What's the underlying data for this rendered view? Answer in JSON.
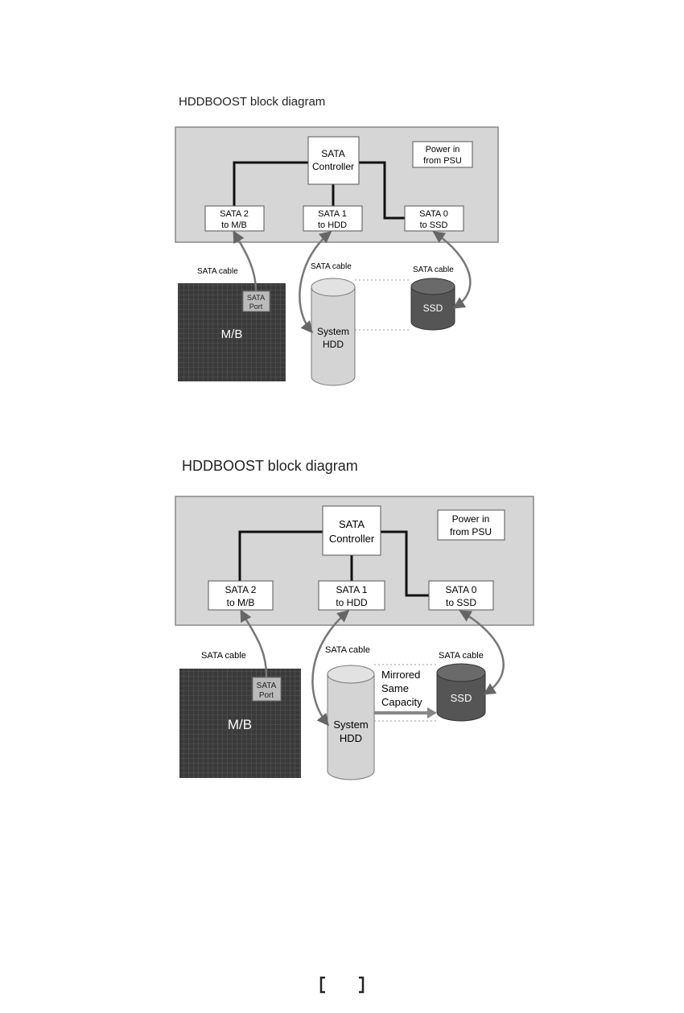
{
  "diagrams": [
    {
      "title": "HDDBOOST block diagram",
      "controller": [
        "SATA",
        "Controller"
      ],
      "power": [
        "Power in",
        "from PSU"
      ],
      "port_mb": [
        "SATA 2",
        "to M/B"
      ],
      "port_hdd": [
        "SATA 1",
        "to HDD"
      ],
      "port_ssd": [
        "SATA 0",
        "to SSD"
      ],
      "cable_mb": "SATA cable",
      "cable_hdd": "SATA cable",
      "cable_ssd": "SATA cable",
      "mb_port": [
        "SATA",
        "Port"
      ],
      "mb_label": "M/B",
      "hdd_label": [
        "System",
        "HDD"
      ],
      "ssd_label": "SSD",
      "mirror": []
    },
    {
      "title": "HDDBOOST block diagram",
      "controller": [
        "SATA",
        "Controller"
      ],
      "power": [
        "Power in",
        "from PSU"
      ],
      "port_mb": [
        "SATA 2",
        "to M/B"
      ],
      "port_hdd": [
        "SATA 1",
        "to HDD"
      ],
      "port_ssd": [
        "SATA 0",
        "to SSD"
      ],
      "cable_mb": "SATA cable",
      "cable_hdd": "SATA cable",
      "cable_ssd": "SATA cable",
      "mb_port": [
        "SATA",
        "Port"
      ],
      "mb_label": "M/B",
      "hdd_label": [
        "System",
        "HDD"
      ],
      "ssd_label": "SSD",
      "mirror": [
        "Mirrored",
        "Same",
        "Capacity"
      ]
    }
  ],
  "colors": {
    "board": "#d6d6d6",
    "board_border": "#888888",
    "box": "#ffffff",
    "wire": "#111111",
    "motherboard": "#3a3a3a",
    "hdd": "#d4d4d4",
    "ssd": "#555555",
    "cable": "#777777"
  }
}
